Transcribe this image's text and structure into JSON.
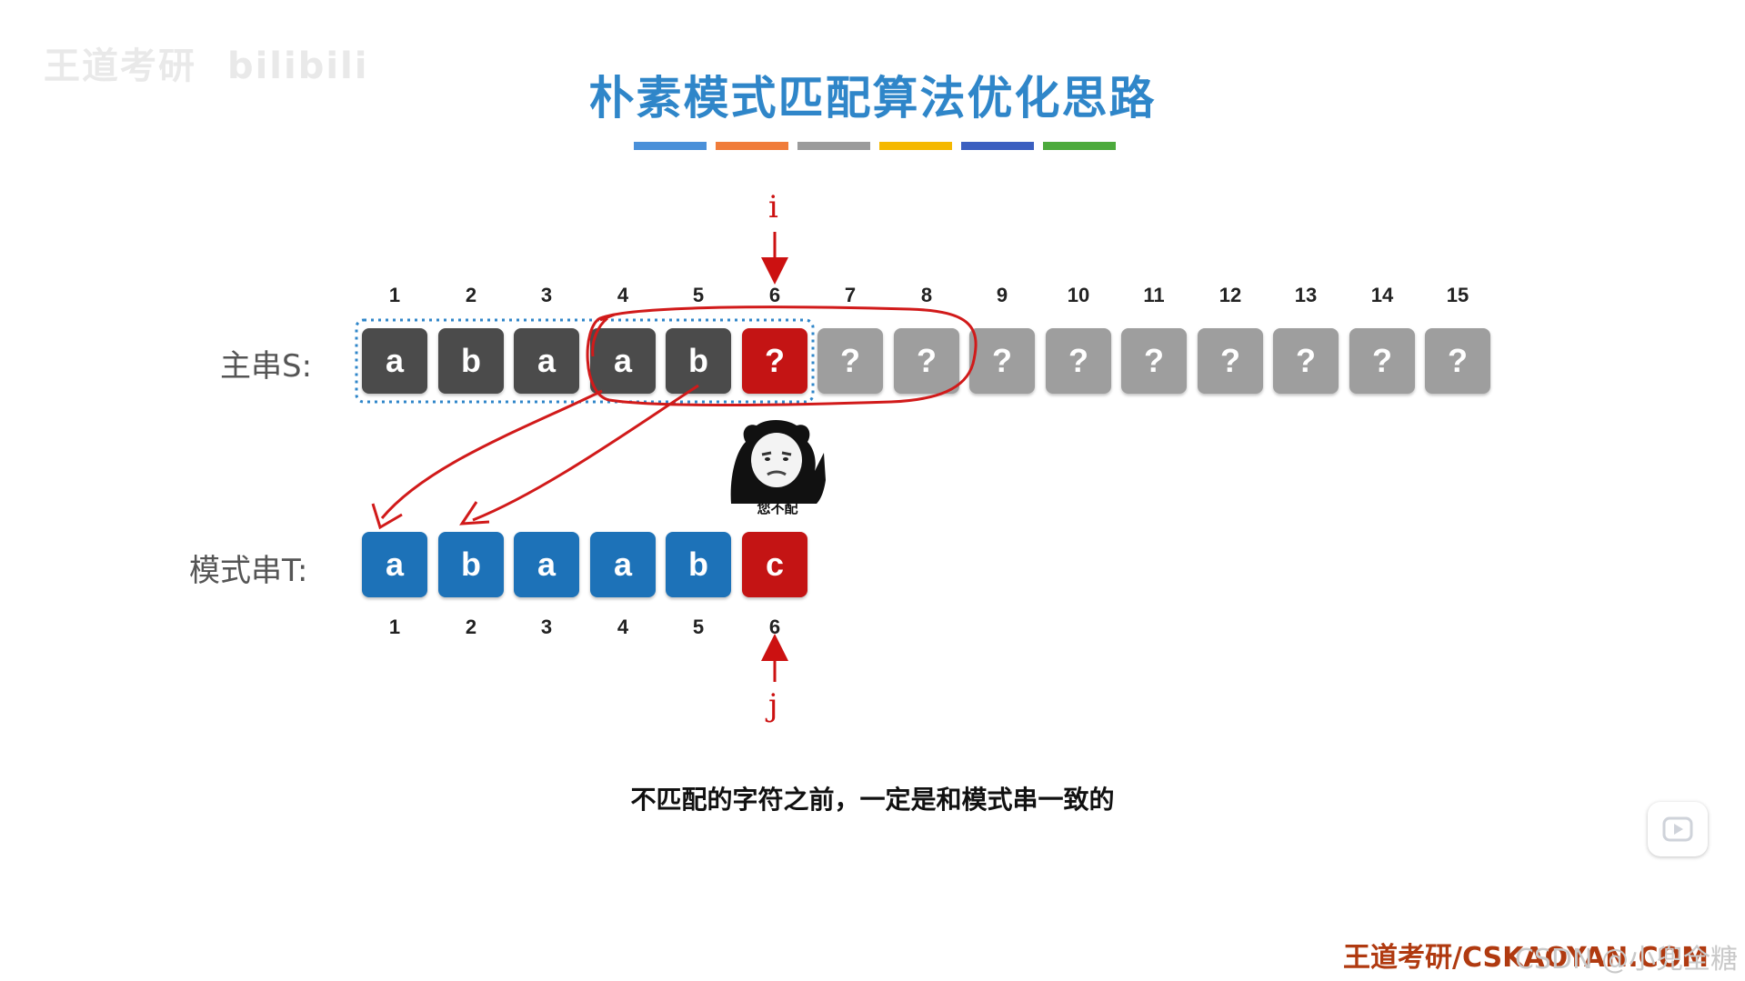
{
  "watermark": {
    "text": "王道考研",
    "brand": "bilibili"
  },
  "title": "朴素模式匹配算法优化思路",
  "color_bars": [
    "#4a90d9",
    "#f07c3a",
    "#9b9b9b",
    "#f5b800",
    "#3b5fc0",
    "#4caa3c"
  ],
  "main": {
    "label": "主串S:",
    "indices": [
      "1",
      "2",
      "3",
      "4",
      "5",
      "6",
      "7",
      "8",
      "9",
      "10",
      "11",
      "12",
      "13",
      "14",
      "15"
    ],
    "chars": [
      "a",
      "b",
      "a",
      "a",
      "b",
      "?",
      "?",
      "?",
      "?",
      "?",
      "?",
      "?",
      "?",
      "?",
      "?"
    ],
    "styles": [
      "dark",
      "dark",
      "dark",
      "dark",
      "dark",
      "red",
      "gray",
      "gray",
      "gray",
      "gray",
      "gray",
      "gray",
      "gray",
      "gray",
      "gray"
    ]
  },
  "pattern": {
    "label": "模式串T:",
    "indices": [
      "1",
      "2",
      "3",
      "4",
      "5",
      "6"
    ],
    "chars": [
      "a",
      "b",
      "a",
      "a",
      "b",
      "c"
    ],
    "styles": [
      "blue",
      "blue",
      "blue",
      "blue",
      "blue",
      "red"
    ]
  },
  "pointers": {
    "i": "i",
    "j": "j"
  },
  "meme_caption": "您不配",
  "caption": "不匹配的字符之前，一定是和模式串一致的",
  "footer": "王道考研/CSKAOYAN.COM",
  "footer_watermark": "CSDN @小兜全糖",
  "colors": {
    "title": "#2f86c9",
    "red": "#c41414",
    "blue": "#1d72b8",
    "dark": "#4b4b4b",
    "gray": "#9e9e9e"
  }
}
